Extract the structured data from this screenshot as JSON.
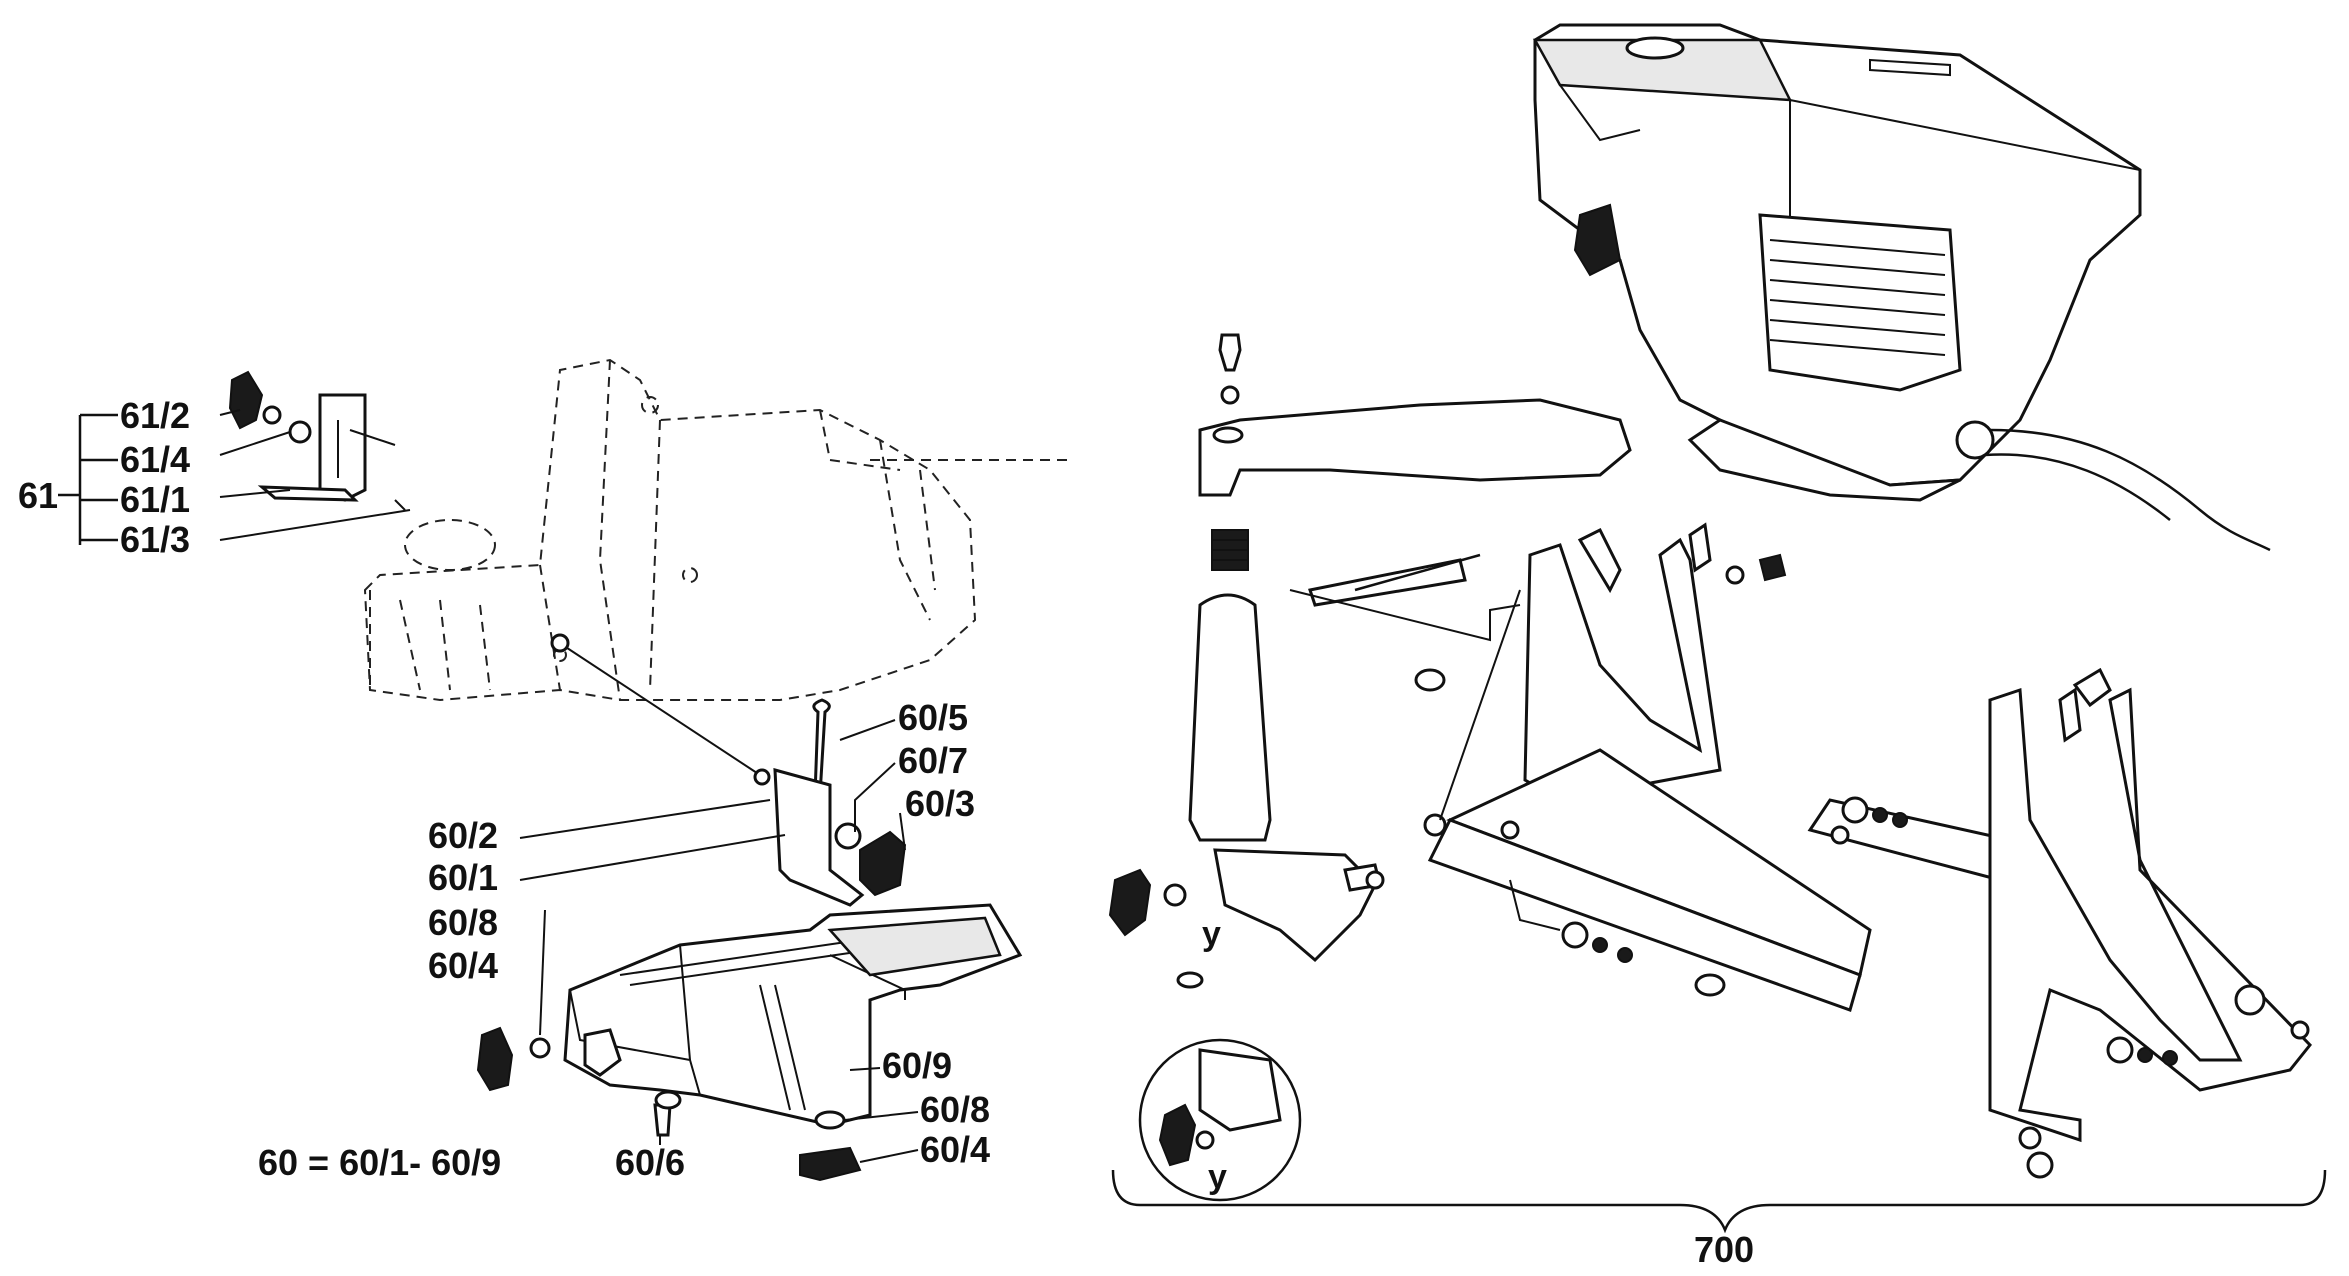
{
  "labels": {
    "l61": "61",
    "l61_2": "61/2",
    "l61_4": "61/4",
    "l61_1": "61/1",
    "l61_3": "61/3",
    "l60_5": "60/5",
    "l60_7": "60/7",
    "l60_3": "60/3",
    "l60_2": "60/2",
    "l60_1": "60/1",
    "l60_8a": "60/8",
    "l60_4a": "60/4",
    "l60_9": "60/9",
    "l60_8b": "60/8",
    "l60_4b": "60/4",
    "l60_6": "60/6",
    "formula": "60 = 60/1- 60/9",
    "y1": "y",
    "y2": "y",
    "l700": "700"
  }
}
